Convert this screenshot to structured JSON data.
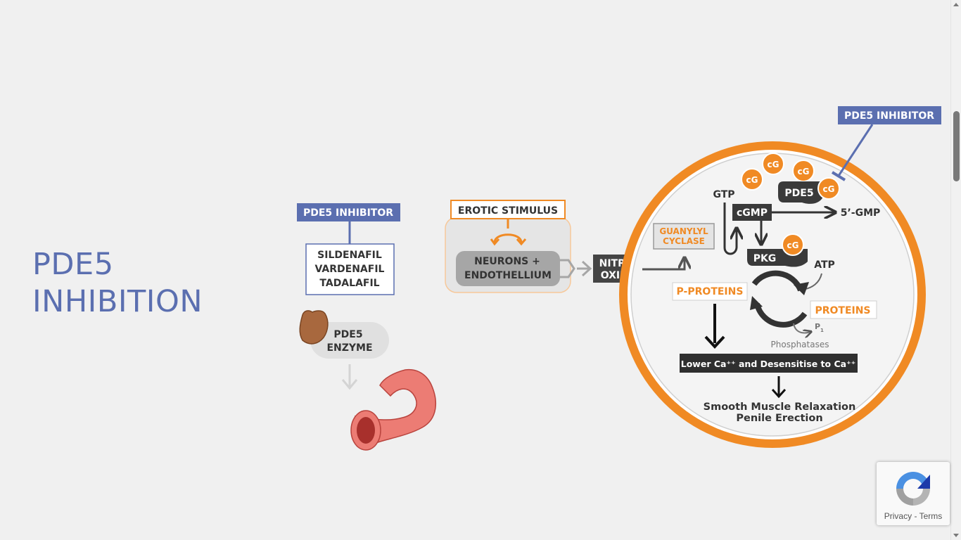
{
  "title": {
    "line1": "PDE5",
    "line2": "INHIBITION"
  },
  "left_panel": {
    "inhibitor_label": "PDE5 INHIBITOR",
    "drugs": [
      "SILDENAFIL",
      "VARDENAFIL",
      "TADALAFIL"
    ],
    "enzyme_label": [
      "PDE5",
      "ENZYME"
    ]
  },
  "middle_panel": {
    "stimulus_label": "EROTIC STIMULUS",
    "neurons_label": [
      "NEURONS +",
      "ENDOTHELLIUM"
    ],
    "nitric_oxide_label": [
      "NITRIC",
      "OXIDE"
    ]
  },
  "cell": {
    "inhibitor_label": "PDE5 INHIBITOR",
    "gtp": "GTP",
    "cgmp": "cGMP",
    "gmp5": "5’-GMP",
    "pde5": "PDE5",
    "cg": "cG",
    "guanylyl_cyclase": [
      "GUANYLYL",
      "CYCLASE"
    ],
    "pkg": "PKG",
    "atp": "ATP",
    "p_proteins": "P-PROTEINS",
    "proteins": "PROTEINS",
    "pi": "P",
    "pi_sub": "1",
    "phosphatases": "Phosphatases",
    "lower_ca": "Lower Ca⁺⁺ and Desensitise to Ca⁺⁺",
    "outcome": [
      "Smooth Muscle Relaxation",
      "Penile Erection"
    ]
  },
  "recaptcha": {
    "privacy": "Privacy",
    "separator": " - ",
    "terms": "Terms"
  },
  "colors": {
    "blue": "#5b6fb0",
    "orange": "#f08a24",
    "dark": "#3a3a3a",
    "vessel": "#ec7c74"
  }
}
